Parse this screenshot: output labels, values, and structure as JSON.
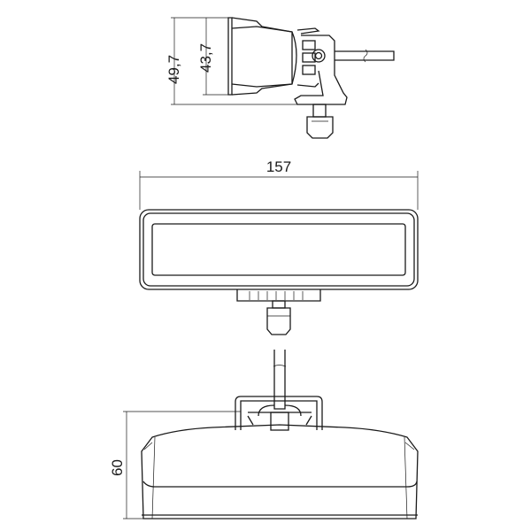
{
  "dimensions": {
    "overall_height_side": "49,7",
    "body_height_side": "43,7",
    "width_front": "157",
    "height_bottom": "60"
  },
  "colors": {
    "line": "#1a1a1a",
    "background": "#ffffff"
  }
}
